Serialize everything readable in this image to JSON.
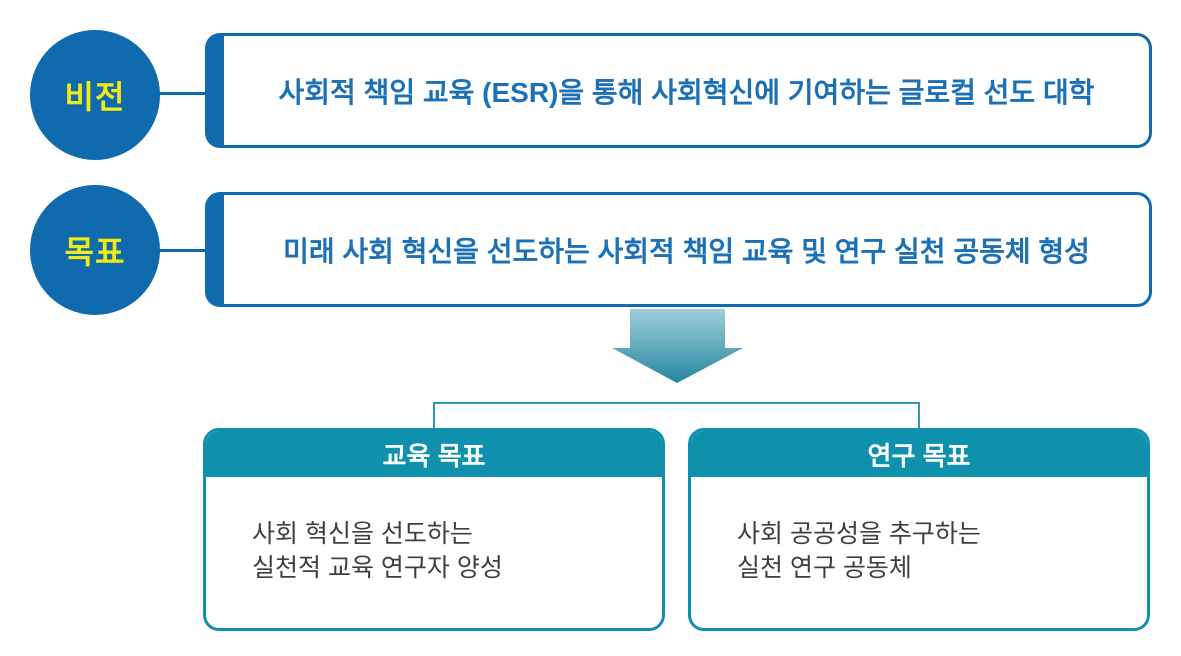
{
  "diagram": {
    "rows": [
      {
        "badge": "비전",
        "statement": "사회적 책임 교육 (ESR)을 통해 사회혁신에 기여하는 글로컬 선도 대학"
      },
      {
        "badge": "목표",
        "statement": "미래 사회 혁신을 선도하는 사회적 책임 교육 및 연구 실천 공동체 형성"
      }
    ],
    "cards": [
      {
        "title": "교육 목표",
        "line1": "사회 혁신을 선도하는",
        "line2": "실천적 교육 연구자 양성"
      },
      {
        "title": "연구 목표",
        "line1": "사회 공공성을 추구하는",
        "line2": "실천 연구 공동체"
      }
    ],
    "colors": {
      "primary_blue": "#0f6bae",
      "statement_text_blue": "#1c70b5",
      "badge_yellow": "#f3e918",
      "teal": "#0f91ae",
      "bracket_teal": "#2e96b2",
      "arrow_gradient_top": "#9fcfda",
      "arrow_gradient_bottom": "#26869f",
      "body_text": "#3f3f3f"
    }
  }
}
